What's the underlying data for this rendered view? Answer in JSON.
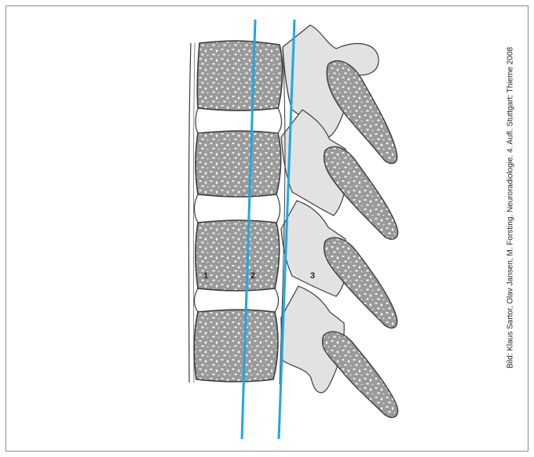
{
  "figure": {
    "zone_labels": [
      "1",
      "2",
      "3"
    ],
    "credit": "Bild: Klaus Sartor, Olav Jansen, M. Forsting. Neuroradiologie. 4. Aufl. Stuttgart: Thieme 2008",
    "colors": {
      "bone_fill": "#9a9a9a",
      "bone_outline": "#3a3a3a",
      "disc_fill": "#ffffff",
      "posterior_elements": "#e2e2e2",
      "lines": "#1ea7e6",
      "frame": "#8c8c8c"
    }
  }
}
